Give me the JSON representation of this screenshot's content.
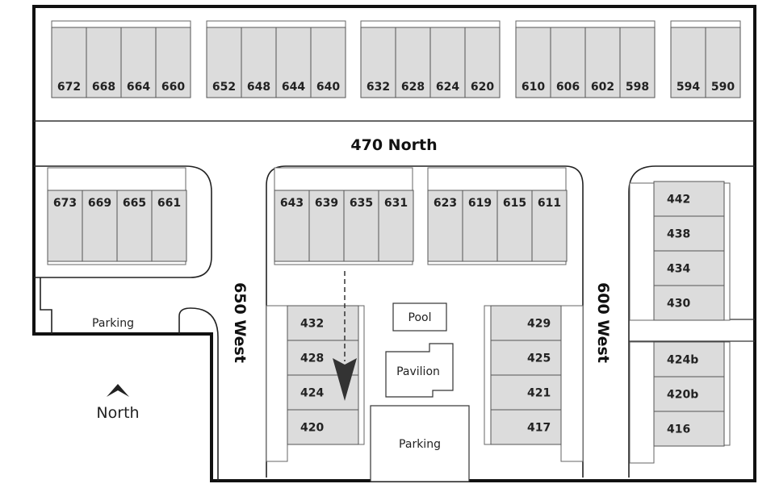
{
  "streets": {
    "north_road": "470 North",
    "west_road": "650 West",
    "east_road": "600 West"
  },
  "labels": {
    "parking_left": "Parking",
    "parking_center": "Parking",
    "pool": "Pool",
    "pavilion": "Pavilion",
    "north": "North"
  },
  "buildings": {
    "top_row": [
      [
        "672",
        "668",
        "664",
        "660"
      ],
      [
        "652",
        "648",
        "644",
        "640"
      ],
      [
        "632",
        "628",
        "624",
        "620"
      ],
      [
        "610",
        "606",
        "602",
        "598"
      ],
      [
        "594",
        "590"
      ]
    ],
    "middle_left": [
      "673",
      "669",
      "665",
      "661"
    ],
    "middle_center_left": [
      "643",
      "639",
      "635",
      "631"
    ],
    "middle_center_right": [
      "623",
      "619",
      "615",
      "611"
    ],
    "lower_left_column": [
      "432",
      "428",
      "424",
      "420"
    ],
    "lower_right_column": [
      "429",
      "425",
      "421",
      "417"
    ],
    "east_upper_column": [
      "442",
      "438",
      "434",
      "430"
    ],
    "east_lower_column": [
      "424b",
      "420b",
      "416"
    ]
  },
  "colors": {
    "unit_fill": "#dcdcdc",
    "outline": "#111111",
    "arrow": "#333333"
  },
  "icons": {
    "north_arrow": "chevron-up-icon",
    "direction_arrow": "arrow-down-icon"
  }
}
